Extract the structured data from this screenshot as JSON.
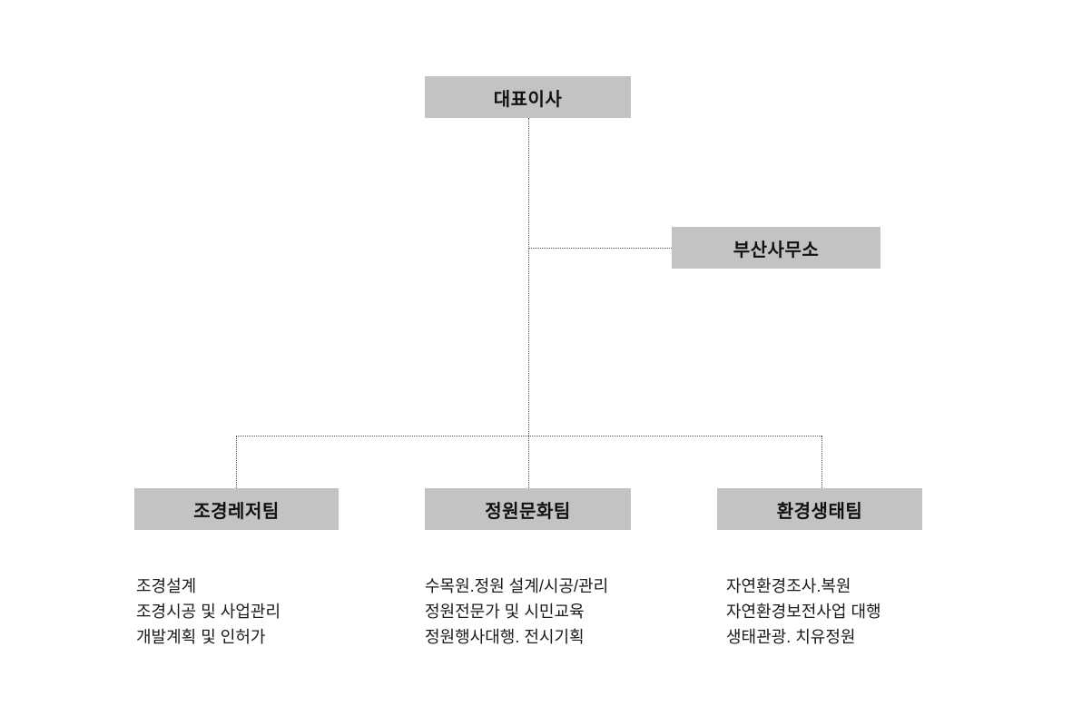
{
  "org": {
    "root": {
      "label": "대표이사"
    },
    "branch_office": {
      "label": "부산사무소"
    },
    "teams": [
      {
        "label": "조경레저팀",
        "items": [
          "조경설계",
          "조경시공 및 사업관리",
          "개발계획 및 인허가"
        ]
      },
      {
        "label": "정원문화팀",
        "items": [
          "수목원.정원 설계/시공/관리",
          "정원전문가 및 시민교육",
          "정원행사대행. 전시기획"
        ]
      },
      {
        "label": "환경생태팀",
        "items": [
          "자연환경조사.복원",
          "자연환경보전사업 대행",
          "생태관광. 치유정원"
        ]
      }
    ]
  },
  "colors": {
    "box_bg": "#c3c3c3",
    "box_text": "#111111",
    "connector": "#555555"
  }
}
